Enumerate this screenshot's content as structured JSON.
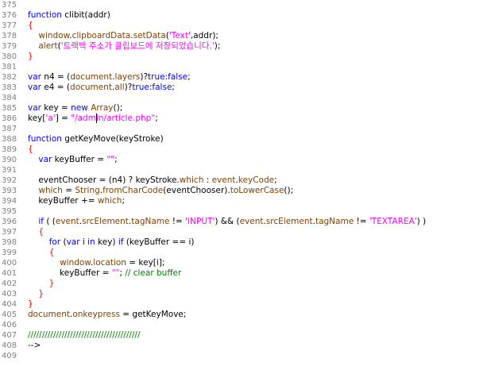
{
  "editor": {
    "lines": [
      {
        "n": "375",
        "t": []
      },
      {
        "n": "376",
        "t": [
          [
            "kw",
            "function"
          ],
          [
            "pl",
            " clibit(addr)"
          ]
        ]
      },
      {
        "n": "377",
        "t": [
          [
            "br",
            "{"
          ]
        ]
      },
      {
        "n": "378",
        "t": [
          [
            "pl",
            "    "
          ],
          [
            "fn",
            "window"
          ],
          [
            "pl",
            "."
          ],
          [
            "fn",
            "clipboardData"
          ],
          [
            "pl",
            "."
          ],
          [
            "fn",
            "setData"
          ],
          [
            "pl",
            "("
          ],
          [
            "st",
            "'Text'"
          ],
          [
            "pl",
            ",addr);"
          ]
        ]
      },
      {
        "n": "379",
        "t": [
          [
            "pl",
            "    "
          ],
          [
            "fn",
            "alert"
          ],
          [
            "pl",
            "("
          ],
          [
            "st",
            "'트랙백 주소가 클립보드에 저장되었습니다.'"
          ],
          [
            "pl",
            ");"
          ]
        ]
      },
      {
        "n": "380",
        "t": [
          [
            "br",
            "}"
          ]
        ]
      },
      {
        "n": "381",
        "t": []
      },
      {
        "n": "382",
        "t": [
          [
            "kw",
            "var"
          ],
          [
            "pl",
            " n4 = ("
          ],
          [
            "fn",
            "document"
          ],
          [
            "pl",
            "."
          ],
          [
            "fn",
            "layers"
          ],
          [
            "pl",
            ")?"
          ],
          [
            "kw",
            "true"
          ],
          [
            "pl",
            ":"
          ],
          [
            "kw",
            "false"
          ],
          [
            "pl",
            ";"
          ]
        ]
      },
      {
        "n": "383",
        "t": [
          [
            "kw",
            "var"
          ],
          [
            "pl",
            " e4 = ("
          ],
          [
            "fn",
            "document"
          ],
          [
            "pl",
            "."
          ],
          [
            "fn",
            "all"
          ],
          [
            "pl",
            ")?"
          ],
          [
            "kw",
            "true"
          ],
          [
            "pl",
            ":"
          ],
          [
            "kw",
            "false"
          ],
          [
            "pl",
            ";"
          ]
        ]
      },
      {
        "n": "384",
        "t": []
      },
      {
        "n": "385",
        "t": [
          [
            "kw",
            "var"
          ],
          [
            "pl",
            " key = "
          ],
          [
            "kw",
            "new"
          ],
          [
            "pl",
            " "
          ],
          [
            "fn",
            "Array"
          ],
          [
            "pl",
            "();"
          ]
        ]
      },
      {
        "n": "386",
        "t": [
          [
            "pl",
            "key["
          ],
          [
            "st",
            "'a'"
          ],
          [
            "pl",
            "] = "
          ],
          [
            "st",
            "\"/admin/article.php\""
          ],
          [
            "pl",
            ";"
          ]
        ]
      },
      {
        "n": "387",
        "t": []
      },
      {
        "n": "388",
        "t": [
          [
            "kw",
            "function"
          ],
          [
            "pl",
            " getKeyMove(keyStroke)"
          ]
        ]
      },
      {
        "n": "389",
        "t": [
          [
            "br",
            "{"
          ]
        ]
      },
      {
        "n": "390",
        "t": [
          [
            "pl",
            "    "
          ],
          [
            "kw",
            "var"
          ],
          [
            "pl",
            " keyBuffer = "
          ],
          [
            "st",
            "\"\""
          ],
          [
            "pl",
            ";"
          ]
        ]
      },
      {
        "n": "391",
        "t": []
      },
      {
        "n": "392",
        "t": [
          [
            "pl",
            "    eventChooser = (n4) ? keyStroke."
          ],
          [
            "fn",
            "which"
          ],
          [
            "pl",
            " : "
          ],
          [
            "fn",
            "event"
          ],
          [
            "pl",
            "."
          ],
          [
            "fn",
            "keyCode"
          ],
          [
            "pl",
            ";"
          ]
        ]
      },
      {
        "n": "393",
        "t": [
          [
            "pl",
            "    "
          ],
          [
            "fn",
            "which"
          ],
          [
            "pl",
            " = "
          ],
          [
            "fn",
            "String"
          ],
          [
            "pl",
            "."
          ],
          [
            "fn",
            "fromCharCode"
          ],
          [
            "pl",
            "(eventChooser)."
          ],
          [
            "fn",
            "toLowerCase"
          ],
          [
            "pl",
            "();"
          ]
        ]
      },
      {
        "n": "394",
        "t": [
          [
            "pl",
            "    keyBuffer += "
          ],
          [
            "fn",
            "which"
          ],
          [
            "pl",
            ";"
          ]
        ]
      },
      {
        "n": "395",
        "t": []
      },
      {
        "n": "396",
        "t": [
          [
            "pl",
            "    "
          ],
          [
            "kw",
            "if"
          ],
          [
            "pl",
            " ( ("
          ],
          [
            "fn",
            "event"
          ],
          [
            "pl",
            "."
          ],
          [
            "fn",
            "srcElement"
          ],
          [
            "pl",
            "."
          ],
          [
            "fn",
            "tagName"
          ],
          [
            "pl",
            " != "
          ],
          [
            "st",
            "'INPUT'"
          ],
          [
            "pl",
            ") && ("
          ],
          [
            "fn",
            "event"
          ],
          [
            "pl",
            "."
          ],
          [
            "fn",
            "srcElement"
          ],
          [
            "pl",
            "."
          ],
          [
            "fn",
            "tagName"
          ],
          [
            "pl",
            " != "
          ],
          [
            "st",
            "'TEXTAREA'"
          ],
          [
            "pl",
            ") )"
          ]
        ]
      },
      {
        "n": "397",
        "t": [
          [
            "pl",
            "    "
          ],
          [
            "br",
            "{"
          ]
        ]
      },
      {
        "n": "398",
        "t": [
          [
            "pl",
            "        "
          ],
          [
            "kw",
            "for"
          ],
          [
            "pl",
            " ("
          ],
          [
            "kw",
            "var"
          ],
          [
            "pl",
            " i "
          ],
          [
            "kw",
            "in"
          ],
          [
            "pl",
            " key) "
          ],
          [
            "kw",
            "if"
          ],
          [
            "pl",
            " (keyBuffer == i)"
          ]
        ]
      },
      {
        "n": "399",
        "t": [
          [
            "pl",
            "        "
          ],
          [
            "br",
            "{"
          ]
        ]
      },
      {
        "n": "400",
        "t": [
          [
            "pl",
            "            "
          ],
          [
            "fn",
            "window"
          ],
          [
            "pl",
            "."
          ],
          [
            "fn",
            "location"
          ],
          [
            "pl",
            " = key[i];"
          ]
        ]
      },
      {
        "n": "401",
        "t": [
          [
            "pl",
            "            keyBuffer = "
          ],
          [
            "st",
            "\"\""
          ],
          [
            "pl",
            "; "
          ],
          [
            "cm",
            "// clear buffer"
          ]
        ]
      },
      {
        "n": "402",
        "t": [
          [
            "pl",
            "        "
          ],
          [
            "br",
            "}"
          ]
        ]
      },
      {
        "n": "403",
        "t": [
          [
            "pl",
            "    "
          ],
          [
            "br",
            "}"
          ]
        ]
      },
      {
        "n": "404",
        "t": [
          [
            "br",
            "}"
          ]
        ]
      },
      {
        "n": "405",
        "t": [
          [
            "fn",
            "document"
          ],
          [
            "pl",
            "."
          ],
          [
            "fn",
            "onkeypress"
          ],
          [
            "pl",
            " = getKeyMove;"
          ]
        ]
      },
      {
        "n": "406",
        "t": []
      },
      {
        "n": "407",
        "t": [
          [
            "cm",
            "////////////////////////////////////////"
          ]
        ]
      },
      {
        "n": "408",
        "t": [
          [
            "pl",
            "-->"
          ]
        ]
      },
      {
        "n": "409",
        "t": []
      }
    ]
  }
}
